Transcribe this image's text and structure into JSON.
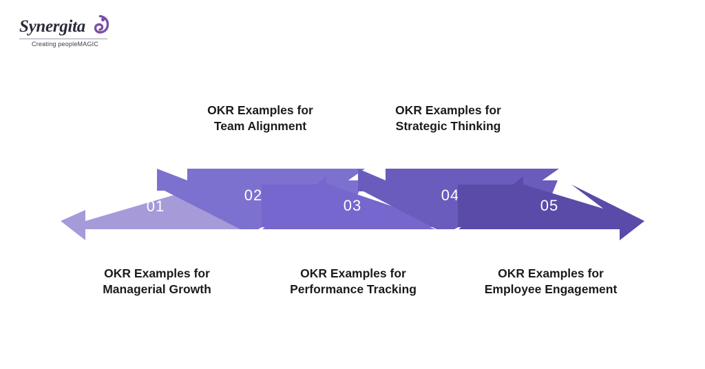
{
  "logo": {
    "wordmark": "Synergita",
    "tagline": "Creating peopleMAGIC",
    "swirl_icon": "swirl-icon",
    "wordmark_color": "#2b2b3a",
    "swirl_color": "#7b4fa8"
  },
  "chart_data": {
    "type": "diagram",
    "title": "",
    "layout": "alternating-zigzag-arrow-band-timeline",
    "direction": "left-to-right",
    "background": "#ffffff",
    "caption_color": "#1b1b1b",
    "number_color": "#ffffff",
    "steps": [
      {
        "number": "01",
        "label_line1": "OKR Examples for",
        "label_line2": "Managerial Growth",
        "label_position": "below",
        "color": "#a79ad9"
      },
      {
        "number": "02",
        "label_line1": "OKR Examples for",
        "label_line2": "Team Alignment",
        "label_position": "above",
        "color": "#7d71cf"
      },
      {
        "number": "03",
        "label_line1": "OKR Examples for",
        "label_line2": "Performance Tracking",
        "label_position": "below",
        "color": "#7567cd"
      },
      {
        "number": "04",
        "label_line1": "OKR Examples for",
        "label_line2": "Strategic Thinking",
        "label_position": "above",
        "color": "#6a5cbd"
      },
      {
        "number": "05",
        "label_line1": "OKR Examples for",
        "label_line2": "Employee Engagement",
        "label_position": "below",
        "color": "#5a4ba8"
      }
    ]
  }
}
